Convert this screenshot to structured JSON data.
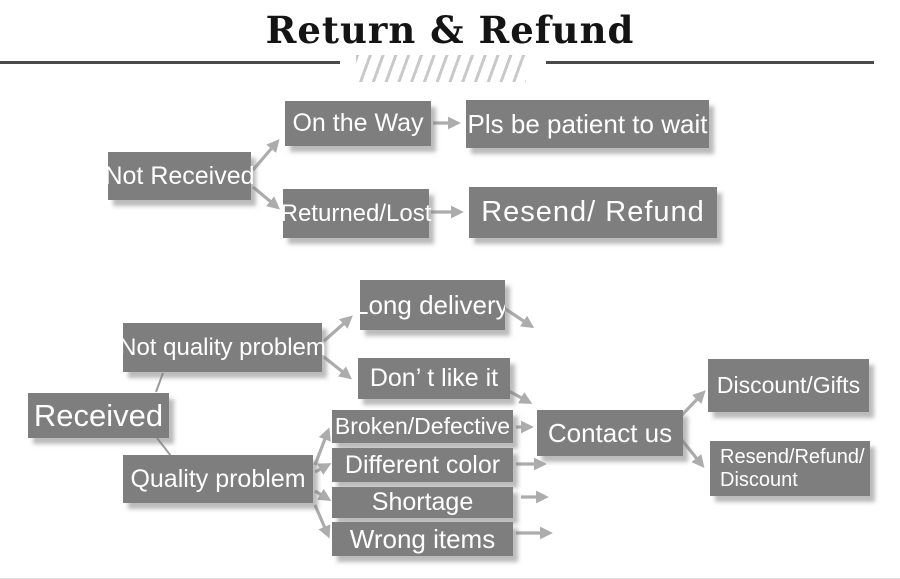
{
  "title": "Return & Refund",
  "colors": {
    "node_fill": "#7e7e7e",
    "node_text": "#ffffff",
    "arrow": "#acacac",
    "title_text": "#141414",
    "divider_line": "#4a4a4a",
    "hatch": "#c9c9c9"
  },
  "nodes": {
    "not_received": "Not Received",
    "on_the_way": "On the Way",
    "pls_be_patient": "Pls be patient to wait",
    "returned_lost": "Returned/Lost",
    "resend_refund": "Resend/ Refund",
    "received": "Received",
    "not_quality_problem": "Not quality problem",
    "quality_problem": "Quality problem",
    "long_delivery": "Long delivery",
    "dont_like_it": "Don’ t like it",
    "broken_defective": "Broken/Defective",
    "different_color": "Different color",
    "shortage": "Shortage",
    "wrong_items": "Wrong items",
    "contact_us": "Contact us",
    "discount_gifts": "Discount/Gifts",
    "resend_refund_discount_line1": "Resend/Refund/",
    "resend_refund_discount_line2": "Discount"
  }
}
